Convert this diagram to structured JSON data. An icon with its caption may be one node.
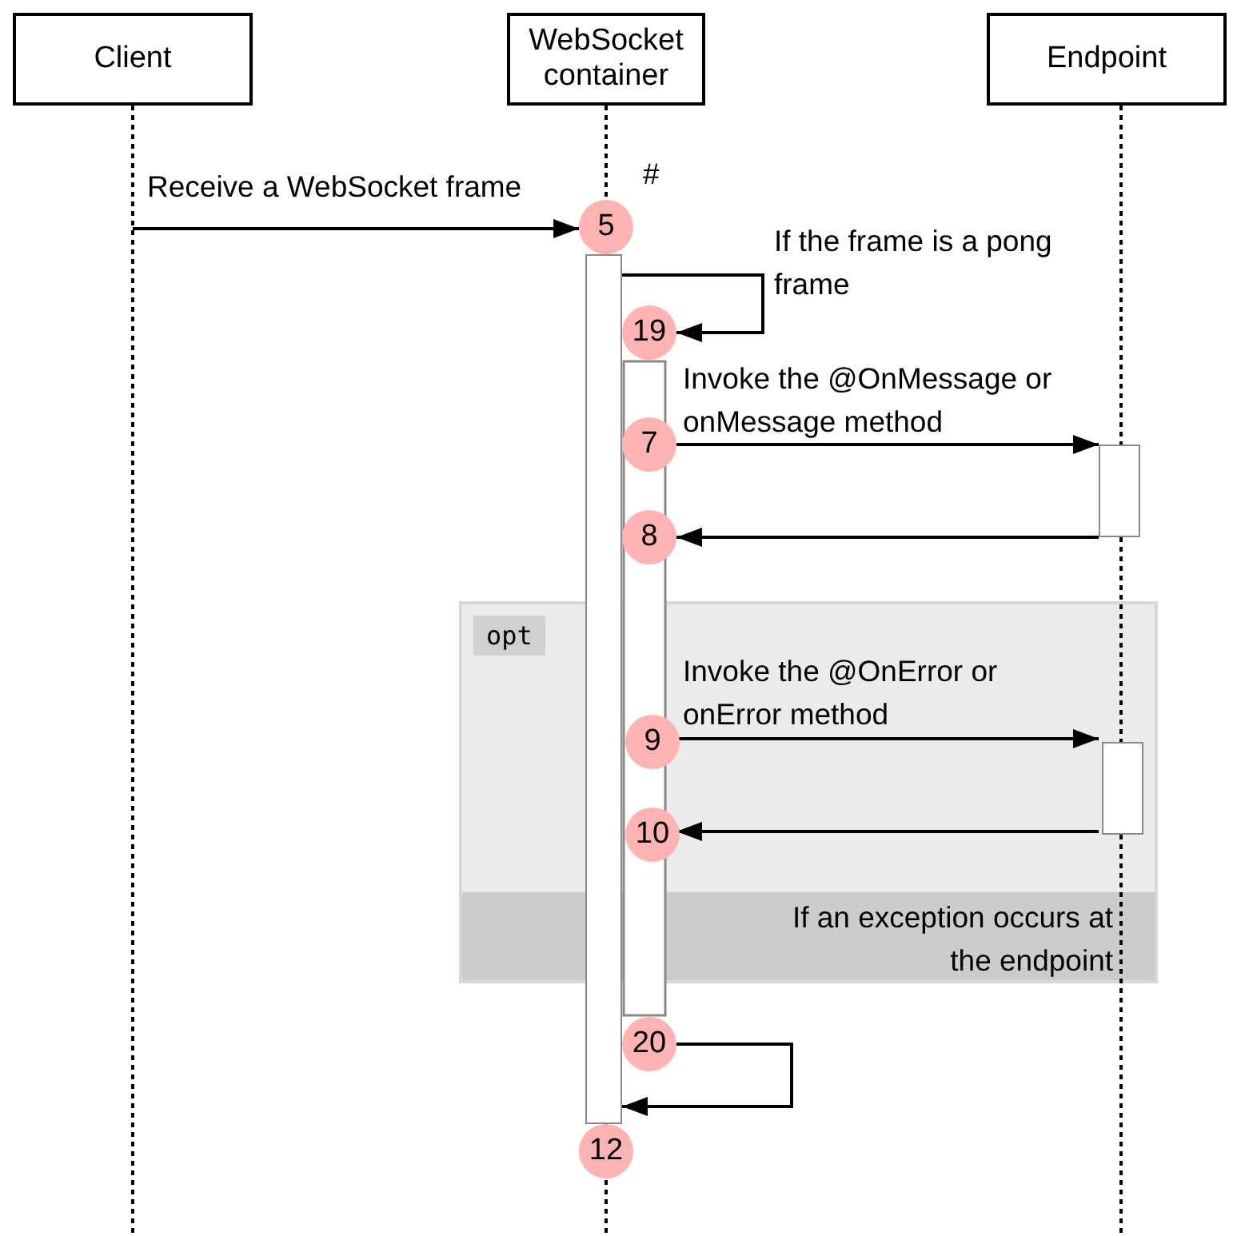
{
  "diagram": {
    "nodes": [
      {
        "text": [
          "Client"
        ]
      },
      {
        "text": [
          "WebSocket container"
        ]
      },
      {
        "text": [
          "Endpoint"
        ]
      },
      {
        "text": [
          "5"
        ],
        "beside": [
          "#"
        ]
      },
      {
        "text": [],
        "shape": "bar"
      },
      {
        "text": [
          "19"
        ]
      },
      {
        "text": [
          "7"
        ]
      },
      {
        "text": [],
        "shape": "bar"
      },
      {
        "text": [
          "8"
        ]
      },
      {
        "text": [
          "opt",
          "If an exception occurs at the endpoint"
        ]
      },
      {
        "text": [
          "9"
        ],
        "in": 9
      },
      {
        "text": [],
        "shape": "bar",
        "in": 9
      },
      {
        "text": [
          "10"
        ],
        "in": 9
      },
      {
        "text": [
          "20"
        ]
      },
      {
        "text": [
          "12"
        ]
      }
    ],
    "edges": [
      {
        "from": null,
        "to": 3,
        "arrow": "to",
        "label": "Receive a WebSocket frame"
      },
      {
        "from": 4,
        "to": 5,
        "arrow": "to",
        "label": "If the frame is a pong frame"
      },
      {
        "from": 6,
        "to": 7,
        "arrow": "to",
        "label": "Invoke the @OnMessage or onMessage method"
      },
      {
        "from": 7,
        "to": 8,
        "arrow": "to"
      },
      {
        "from": 10,
        "to": 11,
        "arrow": "to",
        "label": "Invoke the @OnError or onError method"
      },
      {
        "from": 11,
        "to": 12,
        "arrow": "to"
      },
      {
        "from": 13,
        "to": 4,
        "arrow": "to"
      }
    ]
  }
}
